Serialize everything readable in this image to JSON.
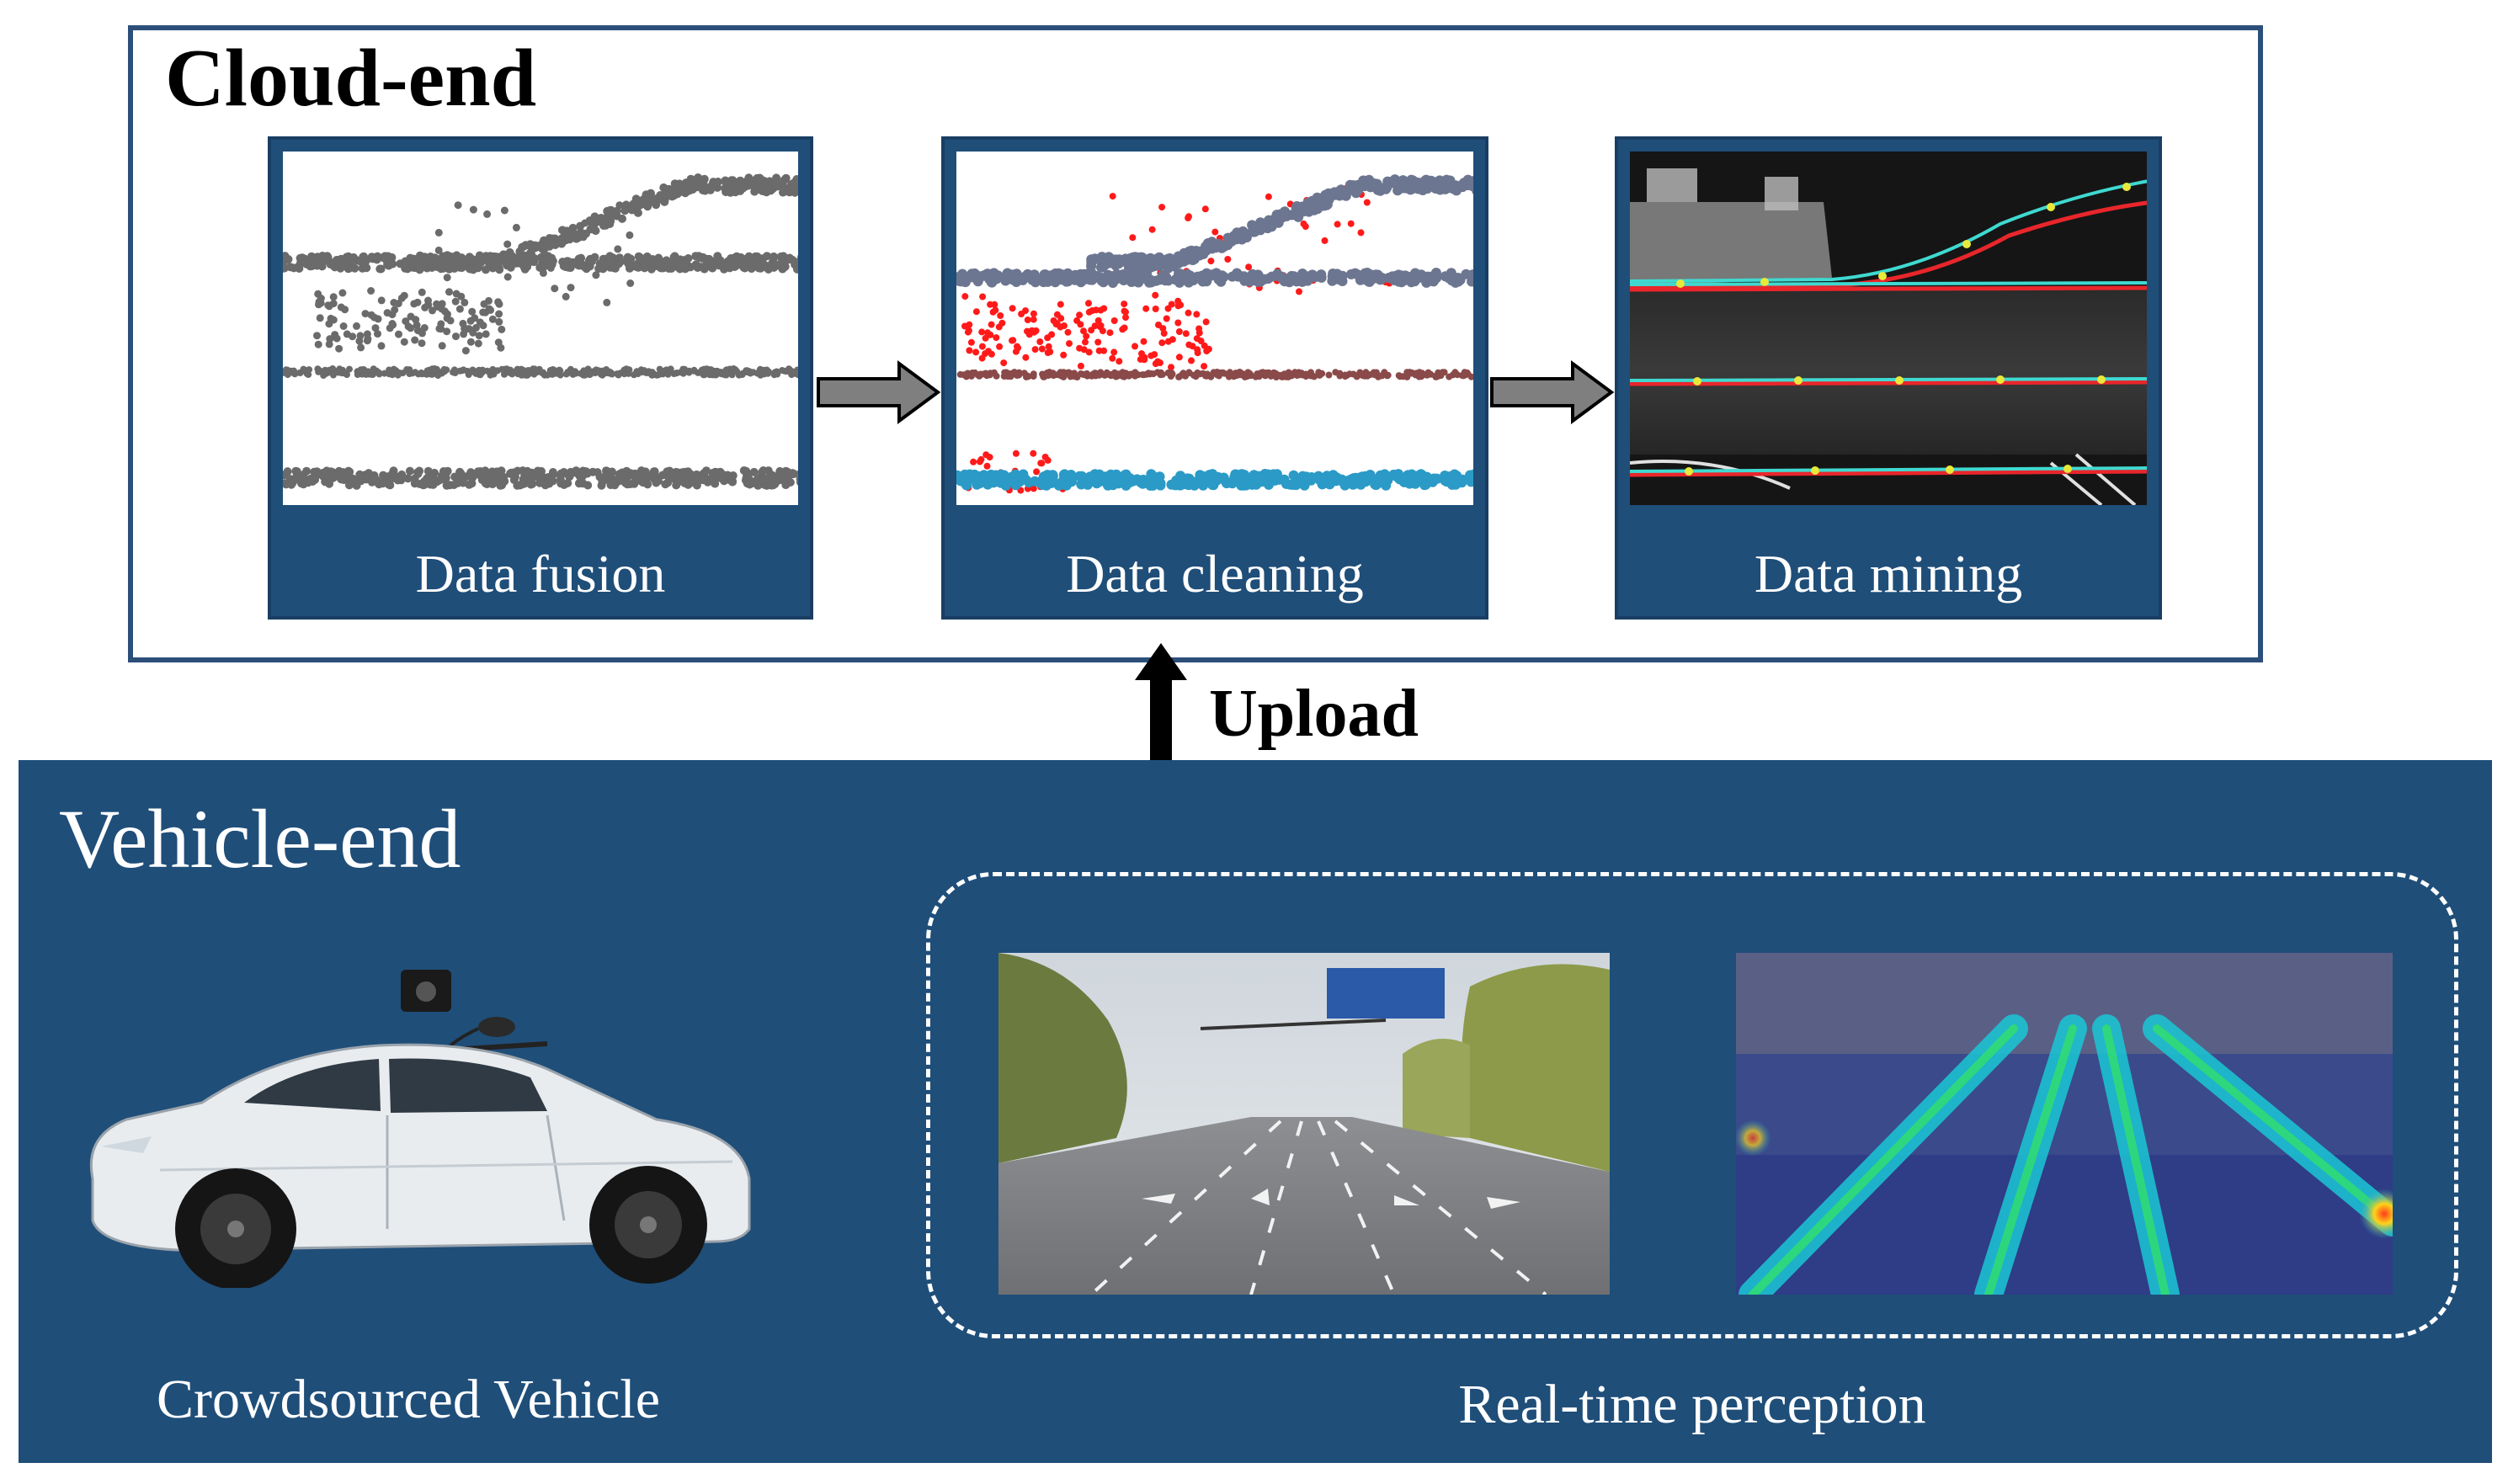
{
  "cloud": {
    "title": "Cloud-end",
    "panels": [
      {
        "caption": "Data fusion"
      },
      {
        "caption": "Data cleaning"
      },
      {
        "caption": "Data mining"
      }
    ]
  },
  "upload_label": "Upload",
  "vehicle": {
    "title": "Vehicle-end",
    "vehicle_caption": "Crowdsourced Vehicle",
    "perception_caption": "Real-time perception"
  },
  "colors": {
    "panel_blue": "#1f4e79",
    "border_blue": "#2c4f7a",
    "outlier_red": "#ff1a1a",
    "lane_cyan": "#3fd9d0",
    "lane_red": "#e8262b"
  }
}
